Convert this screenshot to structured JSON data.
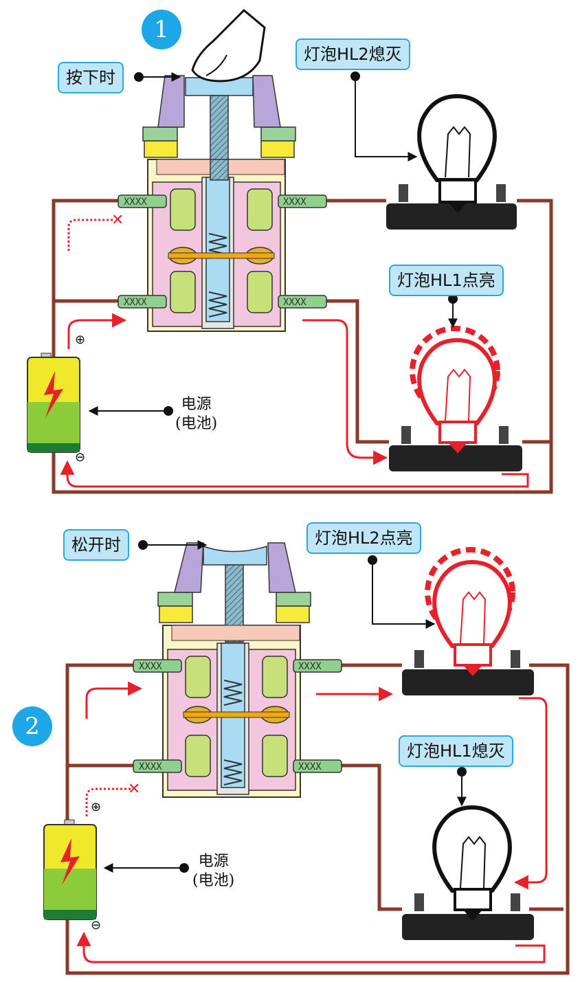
{
  "panel1": {
    "number": "1",
    "switch_label": "按下时",
    "lamp_top_label": "灯泡HL2熄灭",
    "lamp_bottom_label": "灯泡HL1点亮",
    "power_line1": "电源",
    "power_line2": "(电池)",
    "plus": "⊕",
    "minus": "⊖",
    "cross": "✕"
  },
  "panel2": {
    "number": "2",
    "switch_label": "松开时",
    "lamp_top_label": "灯泡HL2点亮",
    "lamp_bottom_label": "灯泡HL1熄灭",
    "power_line1": "电源",
    "power_line2": "(电池)",
    "plus": "⊕",
    "minus": "⊖",
    "cross": "✕"
  },
  "colors": {
    "wire": "#8b3a2a",
    "current": "#e8202a",
    "callout_bg": "#bfe6f7",
    "badge": "#1ea7e8",
    "switch_body": "#f2c6dc",
    "lamp_lit": "#e8202a"
  }
}
